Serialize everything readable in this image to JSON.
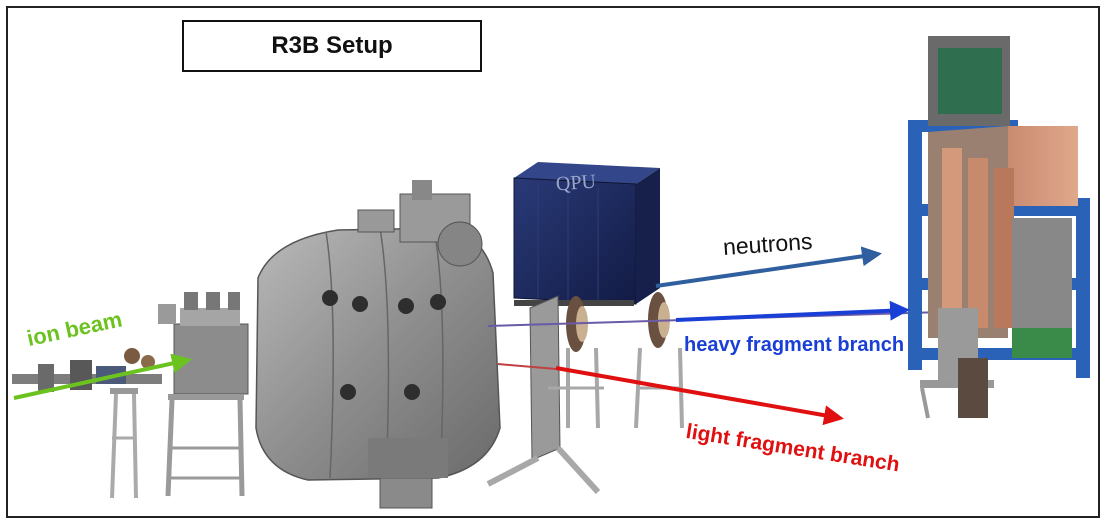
{
  "title": "R3B Setup",
  "labels": {
    "ion_beam": "ion beam",
    "neutrons": "neutrons",
    "heavy_fragment_branch": "heavy fragment branch",
    "light_fragment_branch": "light fragment branch",
    "magnet_label": "QPU"
  },
  "colors": {
    "ion_beam": "#6cc21f",
    "neutrons": "#2f5f9e",
    "heavy_fragment_branch": "#1a3fd6",
    "light_fragment_branch": "#e01010",
    "frame_blue": "#2a62b8",
    "magnet_navy": "#1c2a5e",
    "steel_gray": "#8a8a8a"
  }
}
